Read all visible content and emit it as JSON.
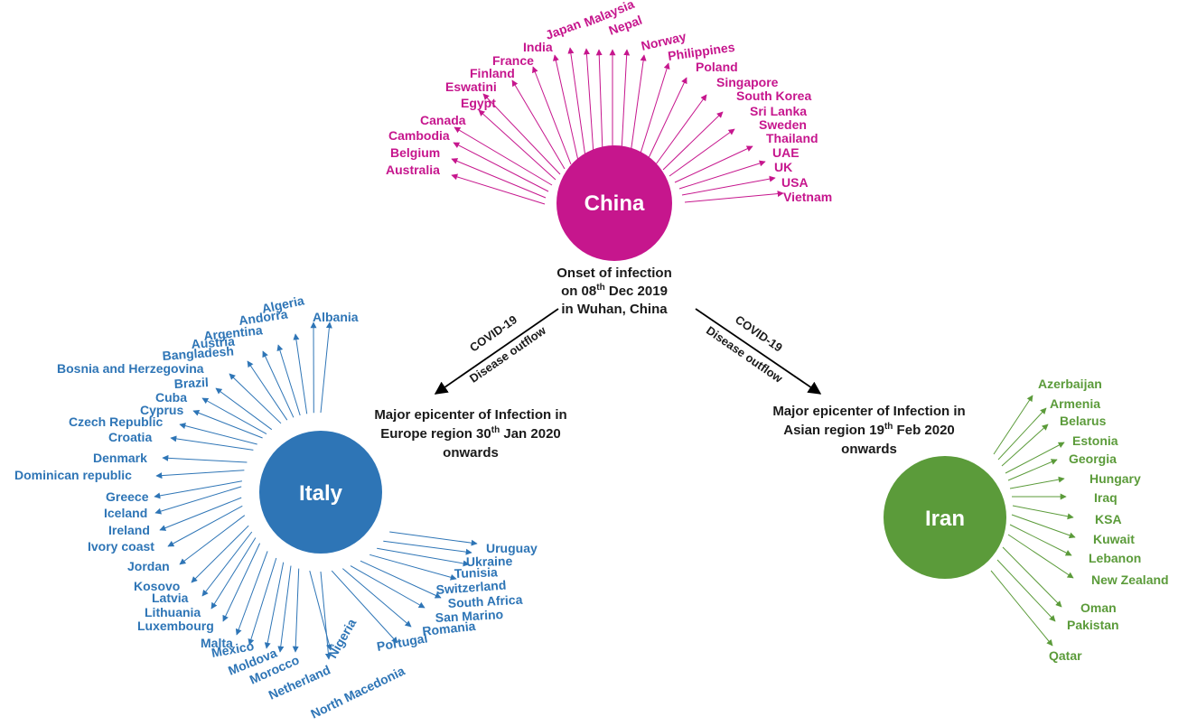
{
  "hubs": {
    "china": {
      "name": "China",
      "color": "#c6168d",
      "caption": [
        "Onset of infection",
        "on 08",
        "th",
        " Dec 2019",
        "in Wuhan, China"
      ],
      "countries": [
        "Australia",
        "Belgium",
        "Cambodia",
        "Canada",
        "Egypt",
        "Eswatini",
        "Finland",
        "France",
        "India",
        "Japan",
        "Malaysia",
        "Nepal",
        "Norway",
        "Philippines",
        "Poland",
        "Singapore",
        "South Korea",
        "Sri Lanka",
        "Sweden",
        "Thailand",
        "UAE",
        "UK",
        "USA",
        "Vietnam"
      ]
    },
    "italy": {
      "name": "Italy",
      "color": "#2e75b6",
      "caption": [
        "Major epicenter of Infection in",
        "Europe region 30",
        "th",
        " Jan 2020",
        "onwards"
      ],
      "countries": [
        "Algeria",
        "Albania",
        "Andorra",
        "Argentina",
        "Austria",
        "Bangladesh",
        "Bosnia and Herzegovina",
        "Brazil",
        "Cuba",
        "Cyprus",
        "Czech Republic",
        "Croatia",
        "Denmark",
        "Dominican republic",
        "Greece",
        "Iceland",
        "Ireland",
        "Ivory coast",
        "Jordan",
        "Kosovo",
        "Latvia",
        "Lithuania",
        "Luxembourg",
        "Malta",
        "Mexico",
        "Moldova",
        "Morocco",
        "Netherland",
        "Nigeria",
        "North Macedonia",
        "Portugal",
        "Romania",
        "San Marino",
        "South Africa",
        "Switzerland",
        "Tunisia",
        "Ukraine",
        "Uruguay"
      ]
    },
    "iran": {
      "name": "Iran",
      "color": "#5b9b3a",
      "caption": [
        "Major epicenter of Infection in",
        "Asian region 19",
        "th",
        " Feb 2020",
        "onwards"
      ],
      "countries": [
        "Azerbaijan",
        "Armenia",
        "Belarus",
        "Estonia",
        "Georgia",
        "Hungary",
        "Iraq",
        "KSA",
        "Kuwait",
        "Lebanon",
        "New Zealand",
        "Oman",
        "Pakistan",
        "Qatar"
      ]
    }
  },
  "flows": {
    "to_italy": [
      "COVID-19",
      "Disease outflow"
    ],
    "to_iran": [
      "COVID-19",
      "Disease outflow"
    ]
  }
}
